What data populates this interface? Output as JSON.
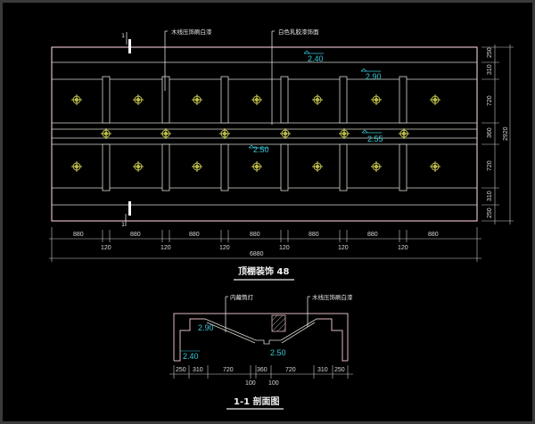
{
  "plan": {
    "title": "顶棚装饰 48",
    "section_mark": "1",
    "callouts": {
      "wood_line": "木线压饰刷白漆",
      "white_latex": "白色乳胶漆饰面"
    },
    "elevations": [
      "2.40",
      "2.90",
      "2.55",
      "2.50"
    ],
    "dims_bottom_panels": [
      "880",
      "880",
      "880",
      "880",
      "880",
      "880",
      "880"
    ],
    "dims_bottom_gaps": [
      "120",
      "120",
      "120",
      "120",
      "120",
      "120"
    ],
    "dims_bottom_total": "6880",
    "dims_right": [
      "250",
      "310",
      "720",
      "360",
      "720",
      "310",
      "250"
    ],
    "dims_right_total": "2920",
    "light_rows": 3,
    "light_color": "#c8c850"
  },
  "section": {
    "title": "1-1 剖面图",
    "callouts": {
      "hidden_lamp": "内藏筒灯",
      "wood_line": "木线压饰刷白漆"
    },
    "elevations": [
      "2.90",
      "2.50",
      "2.40"
    ],
    "dims_top": [
      "250",
      "310",
      "720",
      "360",
      "720",
      "310",
      "250"
    ],
    "dims_bottom": [
      "100",
      "100"
    ]
  },
  "colors": {
    "background": "#000000",
    "frame": "#3a3a3a",
    "outline": "#e0b8c0",
    "lines": "#d8d8d0",
    "lights": "#c8c850",
    "elevation_text": "#38c8d8"
  }
}
